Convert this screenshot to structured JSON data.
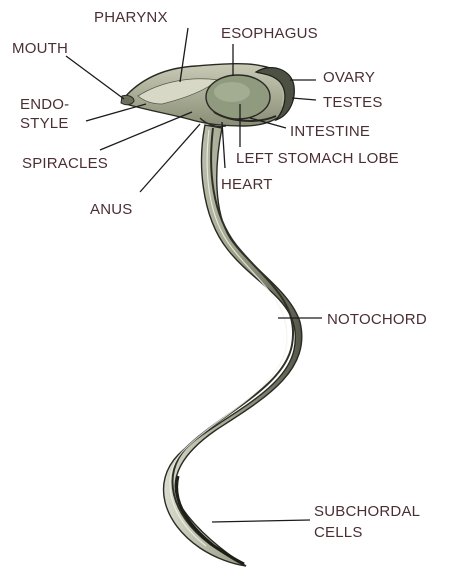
{
  "labels": {
    "pharynx": "PHARYNX",
    "esophagus": "ESOPHAGUS",
    "mouth": "MOUTH",
    "ovary": "OVARY",
    "endostyle_line1": "ENDO-",
    "endostyle_line2": "STYLE",
    "testes": "TESTES",
    "intestine": "INTESTINE",
    "spiracles": "SPIRACLES",
    "left_stomach_lobe": "LEFT STOMACH LOBE",
    "heart": "HEART",
    "anus": "ANUS",
    "notochord": "NOTOCHORD",
    "subchordal_line1": "SUBCHORDAL",
    "subchordal_line2": "CELLS"
  },
  "colors": {
    "label_text": "#4a2f33",
    "leader_line": "#1b1b1b",
    "body_fill": "#a9ab95",
    "organ_fill": "#8f9a7f",
    "outline": "#2a2a24"
  }
}
